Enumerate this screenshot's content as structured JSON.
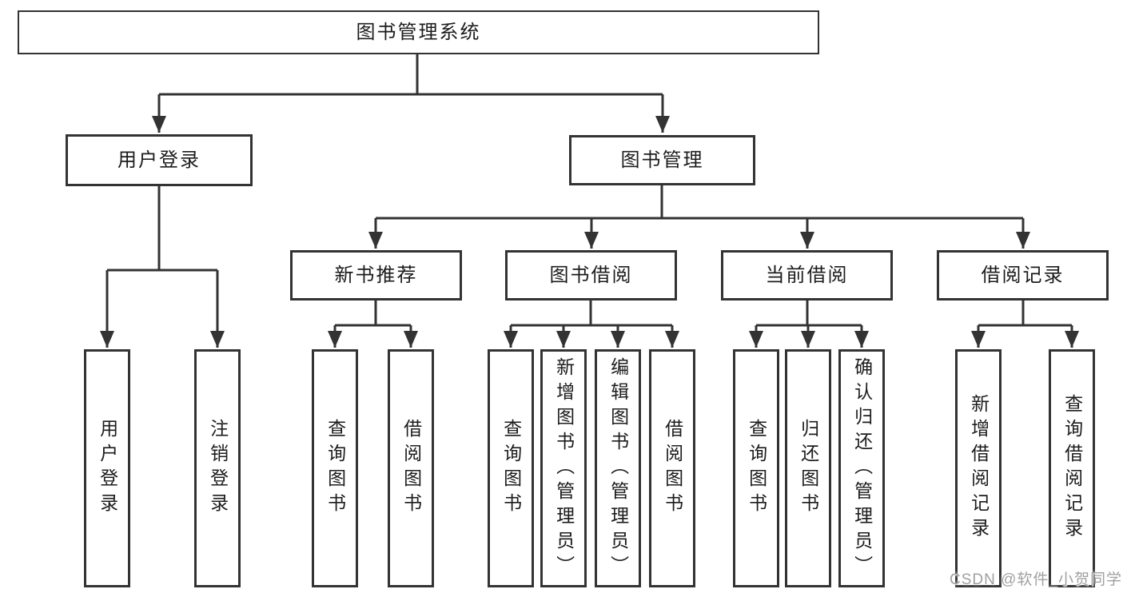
{
  "colors": {
    "line": "#333333",
    "text": "#1c1c1c",
    "background": "#ffffff",
    "watermark": "#a0a0a0"
  },
  "tree": {
    "root": {
      "label": "图书管理系统"
    },
    "branches": [
      {
        "label": "用户登录",
        "children": [
          {
            "label": "用户登录"
          },
          {
            "label": "注销登录"
          }
        ]
      },
      {
        "label": "图书管理",
        "children": [
          {
            "label": "新书推荐",
            "children": [
              {
                "label": "查询图书"
              },
              {
                "label": "借阅图书"
              }
            ]
          },
          {
            "label": "图书借阅",
            "children": [
              {
                "label": "查询图书"
              },
              {
                "label": "新增图书（管理员）"
              },
              {
                "label": "编辑图书（管理员）"
              },
              {
                "label": "借阅图书"
              }
            ]
          },
          {
            "label": "当前借阅",
            "children": [
              {
                "label": "查询图书"
              },
              {
                "label": "归还图书"
              },
              {
                "label": "确认归还（管理员）"
              }
            ]
          },
          {
            "label": "借阅记录",
            "children": [
              {
                "label": "新增借阅记录"
              },
              {
                "label": "查询借阅记录"
              }
            ]
          }
        ]
      }
    ]
  },
  "watermark": "CSDN @软件_小贺同学"
}
